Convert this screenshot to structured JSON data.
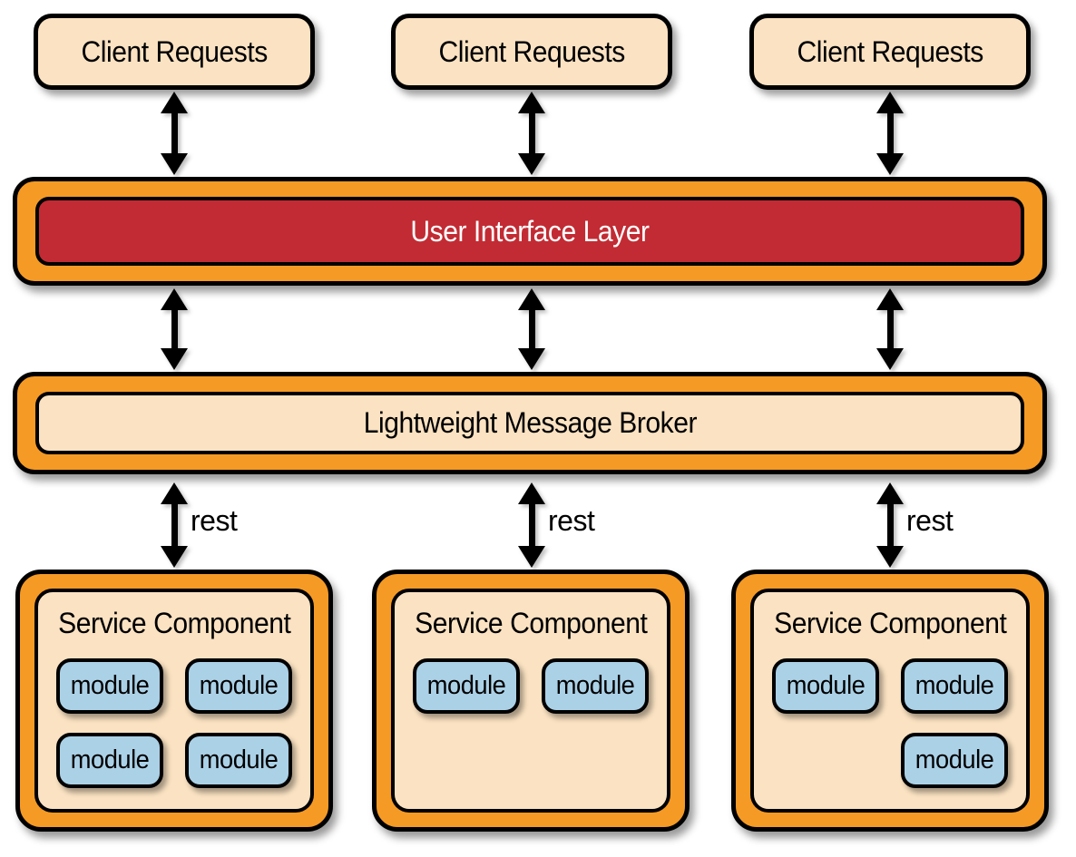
{
  "diagram": {
    "client_boxes": [
      {
        "label": "Client Requests"
      },
      {
        "label": "Client Requests"
      },
      {
        "label": "Client Requests"
      }
    ],
    "ui_layer": {
      "label": "User Interface Layer"
    },
    "message_broker": {
      "label": "Lightweight Message Broker"
    },
    "rest_arrows": [
      {
        "label": "rest"
      },
      {
        "label": "rest"
      },
      {
        "label": "rest"
      }
    ],
    "service_components": [
      {
        "title": "Service Component",
        "modules": [
          {
            "label": "module"
          },
          {
            "label": "module"
          },
          {
            "label": "module"
          },
          {
            "label": "module"
          }
        ]
      },
      {
        "title": "Service Component",
        "modules": [
          {
            "label": "module"
          },
          {
            "label": "module"
          }
        ]
      },
      {
        "title": "Service Component",
        "modules": [
          {
            "label": "module"
          },
          {
            "label": "module"
          },
          {
            "label": "module"
          }
        ]
      }
    ],
    "colors": {
      "orange": "#F59A25",
      "cream": "#FAE2C2",
      "red": "#C22B33",
      "blue": "#ABD1E7",
      "outline": "#000000",
      "text_light": "#FFFFFF",
      "background": "#FFFFFF"
    }
  }
}
